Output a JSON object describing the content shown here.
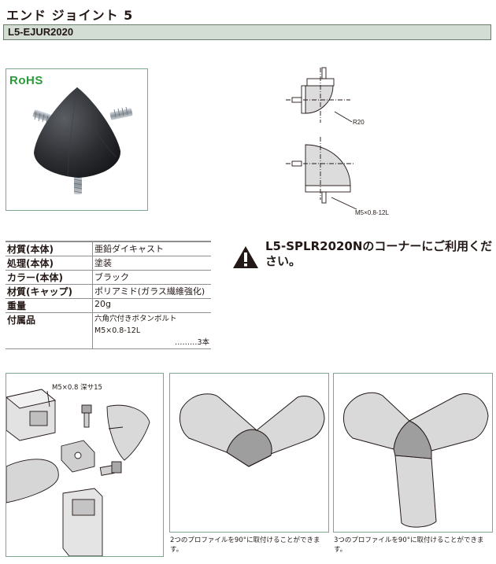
{
  "header": {
    "title": "エンド ジョイント 5",
    "code": "L5-EJUR2020"
  },
  "badges": {
    "rohs": "RoHS"
  },
  "drawing": {
    "radius_label": "R20",
    "bolt_label": "M5×0.8-12L"
  },
  "specs": {
    "rows": [
      {
        "key": "材質(本体)",
        "value": "亜鉛ダイキャスト"
      },
      {
        "key": "処理(本体)",
        "value": "塗装"
      },
      {
        "key": "カラー(本体)",
        "value": "ブラック"
      },
      {
        "key": "材質(キャップ)",
        "value": "ポリアミド(ガラス繊維強化)"
      },
      {
        "key": "重量",
        "value": "20g"
      }
    ],
    "accessory": {
      "key": "付属品",
      "line1": "六角穴付きボタンボルト M5×0.8-12L",
      "line2": "………3本"
    }
  },
  "warning": {
    "text": "L5-SPLR2020Nのコーナーにご利用ください。"
  },
  "assembly": {
    "tap_label": "M5×0.8 深サ15"
  },
  "captions": {
    "two_profiles": "2つのプロファイルを90°に取付けることができます。",
    "three_profiles": "3つのプロファイルを90°に取付けることができます。"
  }
}
